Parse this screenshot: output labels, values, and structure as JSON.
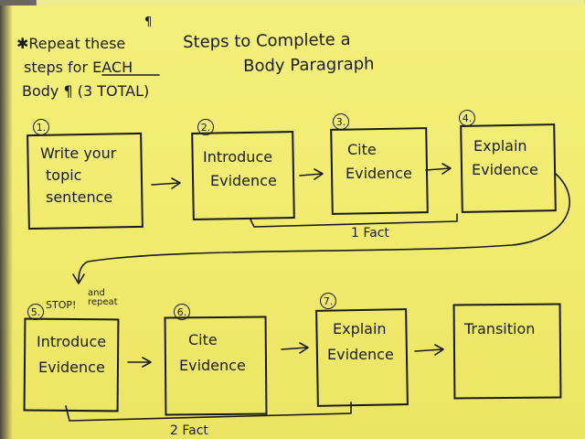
{
  "note": {
    "line1": "Repeat these",
    "line2": "steps for EACH",
    "line3": "Body ¶ (3 TOTAL)",
    "para_mark": "¶"
  },
  "title": {
    "line1": "Steps to Complete a",
    "line2": "Body Paragraph"
  },
  "steps": [
    {
      "num": "1.",
      "line1": "Write your",
      "line2": "topic",
      "line3": "sentence"
    },
    {
      "num": "2.",
      "line1": "Introduce",
      "line2": "Evidence"
    },
    {
      "num": "3.",
      "line1": "Cite",
      "line2": "Evidence"
    },
    {
      "num": "4.",
      "line1": "Explain",
      "line2": "Evidence"
    },
    {
      "num": "5.",
      "line1": "Introduce",
      "line2": "Evidence"
    },
    {
      "num": "6.",
      "line1": "Cite",
      "line2": "Evidence"
    },
    {
      "num": "7.",
      "line1": "Explain",
      "line2": "Evidence"
    },
    {
      "line1": "Transition"
    }
  ],
  "stop_note": {
    "stop": "STOP!",
    "extra": "and repeat"
  },
  "fact_labels": {
    "first": "1 Fact",
    "second": "2 Fact"
  },
  "colors": {
    "paper": "#f2ec72",
    "ink": "#1b1b1b"
  }
}
